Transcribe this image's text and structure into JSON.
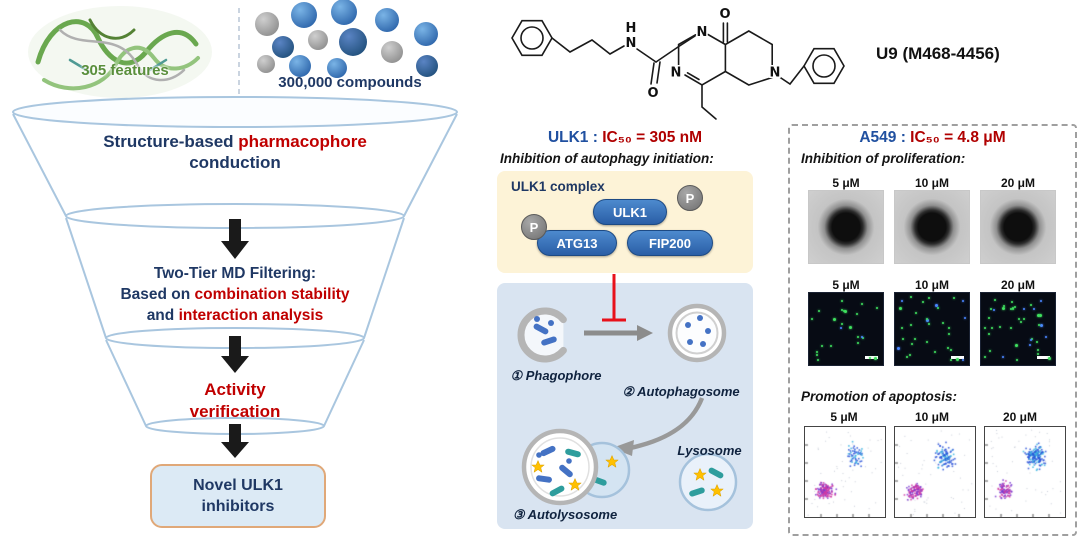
{
  "colors": {
    "navy": "#1f3864",
    "red": "#c00000",
    "title_blue": "#2050a0",
    "title_red": "#b00000",
    "pill_blue": "#2e6db4",
    "complex_box_bg": "#fdf3d7",
    "pathway_panel_bg": "#d9e4f1",
    "result_box_bg": "#dceaf5",
    "result_box_border": "#e0a878",
    "star_yellow": "#ffc000",
    "teal_rod": "#2e9d9d",
    "funnel_outline": "#a9c6df"
  },
  "left_funnel": {
    "features_label": "305 features",
    "compounds_label": "300,000 compounds",
    "stage1_line1_normal": "Structure-based ",
    "stage1_line1_highlight": "pharmacophore",
    "stage1_line2": "conduction",
    "stage2_line1": "Two-Tier MD Filtering:",
    "stage2_line2_normal": "Based on ",
    "stage2_line2_highlight": "combination stability",
    "stage2_line3_normal": "and ",
    "stage2_line3_highlight": "interaction analysis",
    "stage3_line1": "Activity",
    "stage3_line2": "verification",
    "result_line1": "Novel ULK1",
    "result_line2": "inhibitors"
  },
  "compound": {
    "name": "U9 (M468-4456)",
    "atom_n": "N",
    "atom_h": "H",
    "atom_o": "O"
  },
  "ulk1_panel": {
    "title_target": "ULK1 :",
    "title_value": " IC₅₀ = 305 nM",
    "subtitle": "Inhibition of autophagy initiation:",
    "complex_label": "ULK1 complex",
    "pill_ulk1": "ULK1",
    "pill_atg13": "ATG13",
    "pill_fip200": "FIP200",
    "phospho_label": "P",
    "step1_label": "① Phagophore",
    "step2_label": "② Autophagosome",
    "step3_label": "③ Autolysosome",
    "lysosome_label": "Lysosome"
  },
  "a549_panel": {
    "title_cell": "A549 :",
    "title_value": " IC₅₀ = 4.8 μM",
    "proliferation_heading": "Inhibition of proliferation:",
    "apoptosis_heading": "Promotion of apoptosis:",
    "concentrations": [
      "5 μM",
      "10 μM",
      "20 μM"
    ]
  }
}
